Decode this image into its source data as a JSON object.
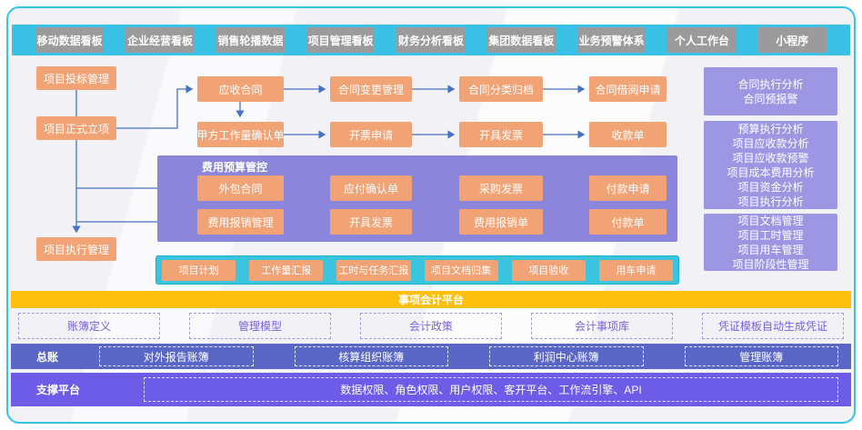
{
  "top_nav": {
    "items": [
      "移动数据看板",
      "企业经营看板",
      "销售轮播数据",
      "项目管理看板",
      "财务分析看板",
      "集团数据看板",
      "业务预警体系",
      "个人工作台",
      "小程序"
    ]
  },
  "project_lifecycle": {
    "bidding": "项目投标管理",
    "formal_approval": "项目正式立项",
    "execution": "项目执行管理"
  },
  "contract_flow": {
    "row1": [
      "应收合同",
      "合同变更管理",
      "合同分类归档",
      "合同借阅申请"
    ],
    "row2": [
      "甲方工作量确认单",
      "开票申请",
      "开具发票",
      "收款单"
    ]
  },
  "budget_panel": {
    "title": "费用预算管控",
    "row1": [
      "外包合同",
      "应付确认单",
      "采购发票",
      "付款申请"
    ],
    "row2": [
      "费用报销管理",
      "开具发票",
      "费用报销单",
      "付款单"
    ]
  },
  "project_tools": [
    "项目计划",
    "工作量汇报",
    "工时与任务汇报",
    "项目文档归集",
    "项目验收",
    "用车申请"
  ],
  "analysis_panels": {
    "contract": [
      "合同执行分析",
      "合同预报警"
    ],
    "budget": [
      "预算执行分析",
      "项目应收款分析",
      "项目应收款预警",
      "项目成本费用分析",
      "项目资金分析",
      "项目执行分析"
    ],
    "project": [
      "项目文档管理",
      "项目工时管理",
      "项目用车管理",
      "项目阶段性管理"
    ]
  },
  "event_accounting": {
    "title": "事项会计平台",
    "modules": [
      "账簿定义",
      "管理模型",
      "会计政策",
      "会计事项库",
      "凭证模板自动生成凭证"
    ]
  },
  "general_ledger": {
    "label": "总账",
    "books": [
      "对外报告账簿",
      "核算组织账簿",
      "利润中心账簿",
      "管理账簿"
    ]
  },
  "support_platform": {
    "label": "支撑平台",
    "capabilities": "数据权限、角色权限、用户权限、客开平台、工作流引擎、API"
  },
  "colors": {
    "frame_cyan": "#35c4e8",
    "nav_gray": "#9b9b9b",
    "node_orange": "#f2a376",
    "panel_purple": "#8b85db",
    "analysis_purple": "#9d97e3",
    "tools_teal": "#3ac4dd",
    "accounting_yellow": "#fec00f",
    "module_text_purple": "#7b5fe0",
    "ledger_blue": "#5a66c6",
    "support_purple": "#6c5ce8",
    "connector_blue": "#4472c4"
  }
}
